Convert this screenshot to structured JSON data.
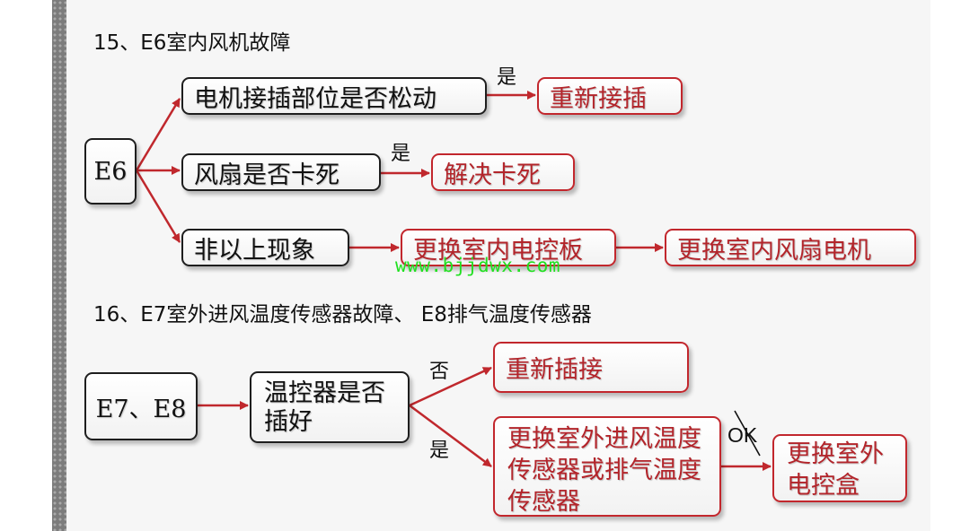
{
  "section15": {
    "title": "15、E6室内风机故障",
    "root": "E6",
    "checks": [
      "电机接插部位是否松动",
      "风扇是否卡死",
      "非以上现象"
    ],
    "yes_label": "是",
    "actions": [
      "重新接插",
      "解决卡死",
      "更换室内电控板",
      "更换室内风扇电机"
    ]
  },
  "section16": {
    "title": "16、E7室外进风温度传感器故障、 E8排气温度传感器",
    "root": "E7、E8",
    "check": "温控器是否插好",
    "no_label": "否",
    "yes_label": "是",
    "action_no": "重新插接",
    "action_yes": "更换室外进风温度传感器或排气温度传感器",
    "ok_label": "OK",
    "final_action": "更换室外电控盒"
  },
  "watermark": "www.bjjdwx.com",
  "colors": {
    "arrow": "#c0282d",
    "box_border": "#1e1e1e",
    "action_text": "#b3252b",
    "watermark": "#20e020"
  }
}
